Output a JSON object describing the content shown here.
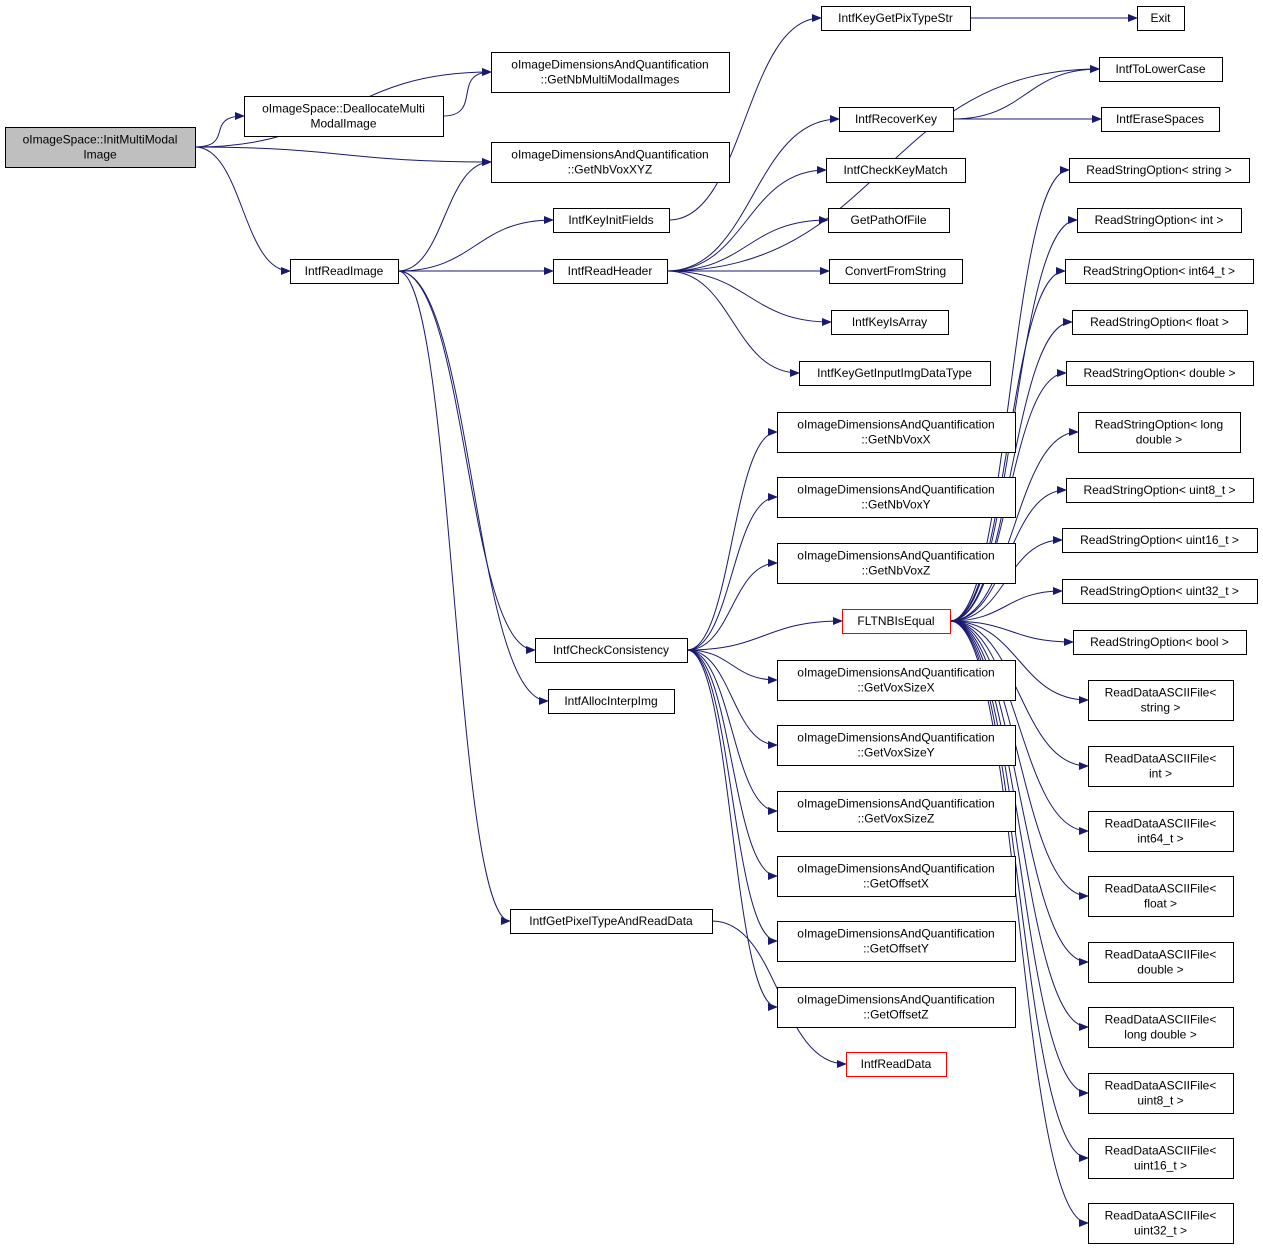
{
  "nodes": [
    {
      "id": "n_root",
      "lines": [
        "oImageSpace::InitMultiModal",
        "Image"
      ],
      "style": "root"
    },
    {
      "id": "n_getnbmulti",
      "lines": [
        "oImageDimensionsAndQuantification",
        "::GetNbMultiModalImages"
      ]
    },
    {
      "id": "n_dealloc",
      "lines": [
        "oImageSpace::DeallocateMulti",
        "ModalImage"
      ]
    },
    {
      "id": "n_getnbvoxxyz",
      "lines": [
        "oImageDimensionsAndQuantification",
        "::GetNbVoxXYZ"
      ]
    },
    {
      "id": "n_readimage",
      "lines": [
        "IntfReadImage"
      ]
    },
    {
      "id": "n_keyinit",
      "lines": [
        "IntfKeyInitFields"
      ]
    },
    {
      "id": "n_readheader",
      "lines": [
        "IntfReadHeader"
      ]
    },
    {
      "id": "n_pixtype",
      "lines": [
        "IntfKeyGetPixTypeStr"
      ]
    },
    {
      "id": "n_exit",
      "lines": [
        "Exit"
      ]
    },
    {
      "id": "n_tolower",
      "lines": [
        "IntfToLowerCase"
      ]
    },
    {
      "id": "n_recover",
      "lines": [
        "IntfRecoverKey"
      ]
    },
    {
      "id": "n_erase",
      "lines": [
        "IntfEraseSpaces"
      ]
    },
    {
      "id": "n_checkkey",
      "lines": [
        "IntfCheckKeyMatch"
      ]
    },
    {
      "id": "n_path",
      "lines": [
        "GetPathOfFile"
      ]
    },
    {
      "id": "n_convert",
      "lines": [
        "ConvertFromString"
      ]
    },
    {
      "id": "n_isarray",
      "lines": [
        "IntfKeyIsArray"
      ]
    },
    {
      "id": "n_inputimg",
      "lines": [
        "IntfKeyGetInputImgDataType"
      ]
    },
    {
      "id": "n_voxx",
      "lines": [
        "oImageDimensionsAndQuantification",
        "::GetNbVoxX"
      ]
    },
    {
      "id": "n_voxy",
      "lines": [
        "oImageDimensionsAndQuantification",
        "::GetNbVoxY"
      ]
    },
    {
      "id": "n_voxz",
      "lines": [
        "oImageDimensionsAndQuantification",
        "::GetNbVoxZ"
      ]
    },
    {
      "id": "n_check",
      "lines": [
        "IntfCheckConsistency"
      ]
    },
    {
      "id": "n_flt",
      "lines": [
        "FLTNBIsEqual"
      ],
      "style": "red"
    },
    {
      "id": "n_alloc",
      "lines": [
        "IntfAllocInterpImg"
      ]
    },
    {
      "id": "n_sizex",
      "lines": [
        "oImageDimensionsAndQuantification",
        "::GetVoxSizeX"
      ]
    },
    {
      "id": "n_sizey",
      "lines": [
        "oImageDimensionsAndQuantification",
        "::GetVoxSizeY"
      ]
    },
    {
      "id": "n_sizez",
      "lines": [
        "oImageDimensionsAndQuantification",
        "::GetVoxSizeZ"
      ]
    },
    {
      "id": "n_offx",
      "lines": [
        "oImageDimensionsAndQuantification",
        "::GetOffsetX"
      ]
    },
    {
      "id": "n_offy",
      "lines": [
        "oImageDimensionsAndQuantification",
        "::GetOffsetY"
      ]
    },
    {
      "id": "n_offz",
      "lines": [
        "oImageDimensionsAndQuantification",
        "::GetOffsetZ"
      ]
    },
    {
      "id": "n_pixelread",
      "lines": [
        "IntfGetPixelTypeAndReadData"
      ]
    },
    {
      "id": "n_readdata",
      "lines": [
        "IntfReadData"
      ],
      "style": "red"
    },
    {
      "id": "n_rso_string",
      "lines": [
        "ReadStringOption< string >"
      ]
    },
    {
      "id": "n_rso_int",
      "lines": [
        "ReadStringOption< int >"
      ]
    },
    {
      "id": "n_rso_int64",
      "lines": [
        "ReadStringOption< int64_t >"
      ]
    },
    {
      "id": "n_rso_float",
      "lines": [
        "ReadStringOption< float >"
      ]
    },
    {
      "id": "n_rso_double",
      "lines": [
        "ReadStringOption< double >"
      ]
    },
    {
      "id": "n_rso_ldouble",
      "lines": [
        "ReadStringOption< long",
        "double >"
      ]
    },
    {
      "id": "n_rso_uint8",
      "lines": [
        "ReadStringOption< uint8_t >"
      ]
    },
    {
      "id": "n_rso_uint16",
      "lines": [
        "ReadStringOption< uint16_t >"
      ]
    },
    {
      "id": "n_rso_uint32",
      "lines": [
        "ReadStringOption< uint32_t >"
      ]
    },
    {
      "id": "n_rso_bool",
      "lines": [
        "ReadStringOption< bool >"
      ]
    },
    {
      "id": "n_rda_string",
      "lines": [
        "ReadDataASCIIFile<",
        "string >"
      ]
    },
    {
      "id": "n_rda_int",
      "lines": [
        "ReadDataASCIIFile<",
        "int >"
      ]
    },
    {
      "id": "n_rda_int64",
      "lines": [
        "ReadDataASCIIFile<",
        "int64_t >"
      ]
    },
    {
      "id": "n_rda_float",
      "lines": [
        "ReadDataASCIIFile<",
        "float >"
      ]
    },
    {
      "id": "n_rda_double",
      "lines": [
        "ReadDataASCIIFile<",
        "double >"
      ]
    },
    {
      "id": "n_rda_ldouble",
      "lines": [
        "ReadDataASCIIFile<",
        "long double >"
      ]
    },
    {
      "id": "n_rda_uint8",
      "lines": [
        "ReadDataASCIIFile<",
        "uint8_t >"
      ]
    },
    {
      "id": "n_rda_uint16",
      "lines": [
        "ReadDataASCIIFile<",
        "uint16_t >"
      ]
    },
    {
      "id": "n_rda_uint32",
      "lines": [
        "ReadDataASCIIFile<",
        "uint32_t >"
      ]
    }
  ],
  "edges": [
    [
      "n_root",
      "n_getnbmulti"
    ],
    [
      "n_root",
      "n_dealloc"
    ],
    [
      "n_root",
      "n_getnbvoxxyz"
    ],
    [
      "n_root",
      "n_readimage"
    ],
    [
      "n_dealloc",
      "n_getnbmulti"
    ],
    [
      "n_readimage",
      "n_getnbvoxxyz"
    ],
    [
      "n_readimage",
      "n_keyinit"
    ],
    [
      "n_readimage",
      "n_readheader"
    ],
    [
      "n_readimage",
      "n_check"
    ],
    [
      "n_readimage",
      "n_alloc"
    ],
    [
      "n_readimage",
      "n_pixelread"
    ],
    [
      "n_keyinit",
      "n_pixtype"
    ],
    [
      "n_pixtype",
      "n_exit"
    ],
    [
      "n_readheader",
      "n_tolower"
    ],
    [
      "n_readheader",
      "n_recover"
    ],
    [
      "n_readheader",
      "n_checkkey"
    ],
    [
      "n_readheader",
      "n_path"
    ],
    [
      "n_readheader",
      "n_convert"
    ],
    [
      "n_readheader",
      "n_isarray"
    ],
    [
      "n_readheader",
      "n_inputimg"
    ],
    [
      "n_recover",
      "n_tolower"
    ],
    [
      "n_recover",
      "n_erase"
    ],
    [
      "n_check",
      "n_voxx"
    ],
    [
      "n_check",
      "n_voxy"
    ],
    [
      "n_check",
      "n_voxz"
    ],
    [
      "n_check",
      "n_flt"
    ],
    [
      "n_check",
      "n_sizex"
    ],
    [
      "n_check",
      "n_sizey"
    ],
    [
      "n_check",
      "n_sizez"
    ],
    [
      "n_check",
      "n_offx"
    ],
    [
      "n_check",
      "n_offy"
    ],
    [
      "n_check",
      "n_offz"
    ],
    [
      "n_pixelread",
      "n_readdata"
    ],
    [
      "n_flt",
      "n_rso_string"
    ],
    [
      "n_flt",
      "n_rso_int"
    ],
    [
      "n_flt",
      "n_rso_int64"
    ],
    [
      "n_flt",
      "n_rso_float"
    ],
    [
      "n_flt",
      "n_rso_double"
    ],
    [
      "n_flt",
      "n_rso_ldouble"
    ],
    [
      "n_flt",
      "n_rso_uint8"
    ],
    [
      "n_flt",
      "n_rso_uint16"
    ],
    [
      "n_flt",
      "n_rso_uint32"
    ],
    [
      "n_flt",
      "n_rso_bool"
    ],
    [
      "n_flt",
      "n_rda_string"
    ],
    [
      "n_flt",
      "n_rda_int"
    ],
    [
      "n_flt",
      "n_rda_int64"
    ],
    [
      "n_flt",
      "n_rda_float"
    ],
    [
      "n_flt",
      "n_rda_double"
    ],
    [
      "n_flt",
      "n_rda_ldouble"
    ],
    [
      "n_flt",
      "n_rda_uint8"
    ],
    [
      "n_flt",
      "n_rda_uint16"
    ],
    [
      "n_flt",
      "n_rda_uint32"
    ]
  ],
  "colors": {
    "edge": "#191970",
    "node_border": "#000000",
    "root_fill": "#bfbfbf",
    "highlight_border": "#ff0000"
  }
}
